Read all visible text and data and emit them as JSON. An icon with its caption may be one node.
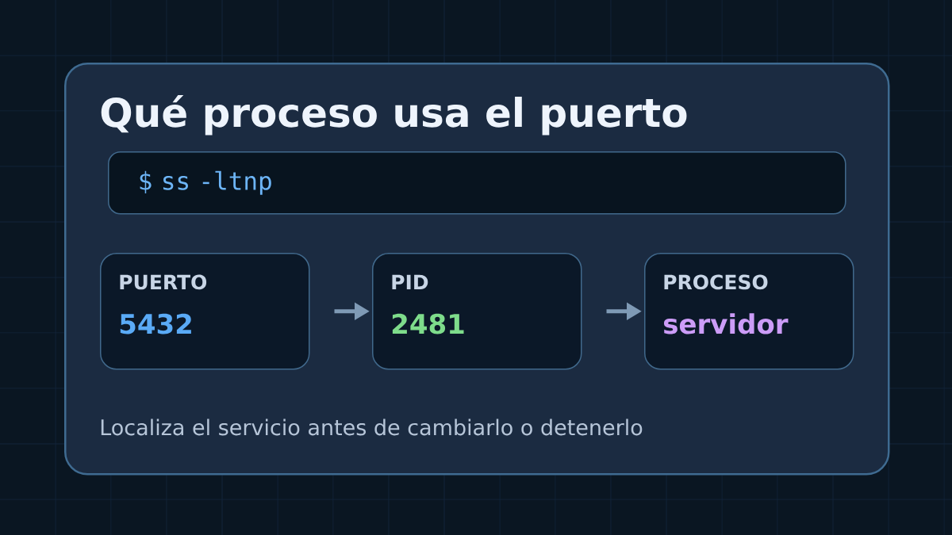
{
  "diagram": {
    "nodes": [
      {
        "text": [
          "Qué proceso usa el puerto",
          "Localiza el servicio antes de cambiarlo o detenerlo"
        ]
      },
      {
        "text": [
          "$ ss -ltnp"
        ],
        "in": 0
      },
      {
        "text": [
          "PUERTO",
          "5432"
        ],
        "in": 0
      },
      {
        "text": [
          "PID",
          "2481"
        ],
        "in": 0
      },
      {
        "text": [
          "PROCESO",
          "servidor"
        ],
        "in": 0
      }
    ],
    "edges": [
      {
        "from": 2,
        "to": 3,
        "arrow": "to"
      },
      {
        "from": 3,
        "to": 4,
        "arrow": "to"
      }
    ]
  }
}
